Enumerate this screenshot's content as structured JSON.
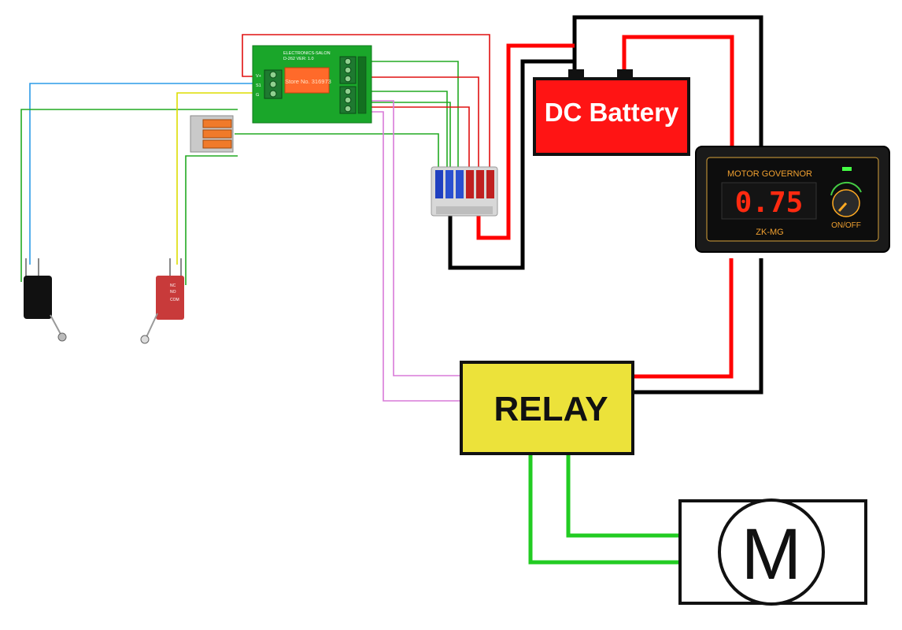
{
  "labels": {
    "battery": "DC Battery",
    "relay": "RELAY",
    "motor": "M",
    "governor_title": "MOTOR GOVERNOR",
    "governor_display": "0.75",
    "governor_model": "ZK-MG",
    "governor_switch": "ON/OFF",
    "board_brand": "ELECTRONICS-SALON",
    "board_model": "D-262  VER: 1.0",
    "board_store": "Store No. 316973",
    "term_v": "V+",
    "term_s1": "S1",
    "term_gnd": "G",
    "switch_nc": "NC",
    "switch_no": "NO",
    "switch_com": "COM"
  },
  "colors": {
    "red_wire": "#ff0000",
    "black_wire": "#000000",
    "green_wire": "#22cc22",
    "board_green": "#1aa62a",
    "battery_red": "#ff1414",
    "relay_yellow": "#ece23a",
    "blue_wire": "#3399ff",
    "yellow_wire": "#e8e800",
    "pink_wire": "#dd77dd",
    "display_red": "#ff2a10"
  },
  "components": [
    {
      "name": "DC Battery"
    },
    {
      "name": "MOTOR GOVERNOR"
    },
    {
      "name": "RELAY"
    },
    {
      "name": "M"
    },
    {
      "name": "ELECTRONICS-SALON"
    }
  ]
}
